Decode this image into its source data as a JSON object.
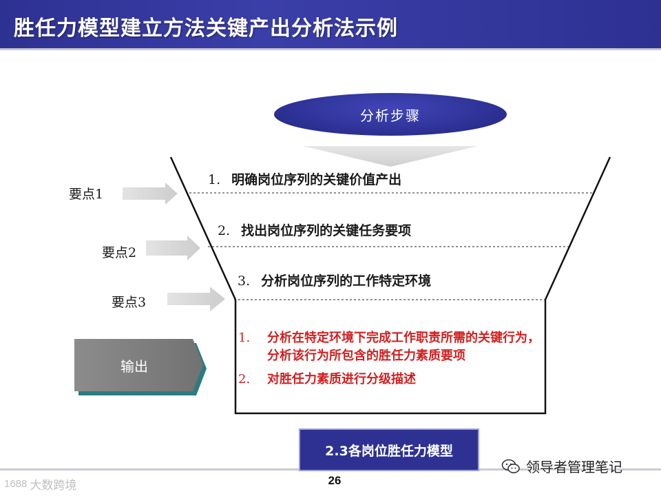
{
  "title": "胜任力模型建立方法关键产出分析法示例",
  "analysis_ellipse": "分析步骤",
  "steps": [
    {
      "num": "1.",
      "text": "明确岗位序列的关键价值产出"
    },
    {
      "num": "2.",
      "text": "找出岗位序列的关键任务要项"
    },
    {
      "num": "3.",
      "text": "分析岗位序列的工作特定环境"
    }
  ],
  "key_points": [
    "要点1",
    "要点2",
    "要点3"
  ],
  "output_label": "输出",
  "outputs": [
    {
      "num": "1.",
      "text": "分析在特定环境下完成工作职责所需的关键行为，分析该行为所包含的胜任力素质要项"
    },
    {
      "num": "2.",
      "text": "对胜任力素质进行分级描述"
    }
  ],
  "model_box": "2.3各岗位胜任力模型",
  "page_number": "26",
  "watermark_left_logo": "1688",
  "watermark_left": "大数跨境",
  "watermark_right": "领导者管理笔记",
  "colors": {
    "title_bar": "#2e3192",
    "output_text": "#d11f1f",
    "arrow_gray": "#d9d9d9",
    "output_box": "#808080"
  }
}
